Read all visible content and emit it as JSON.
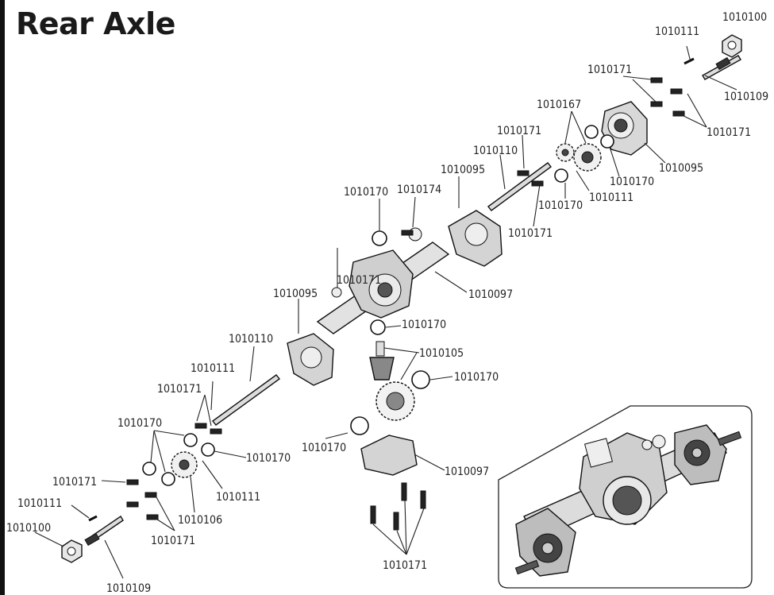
{
  "title": "Rear Axle",
  "colors": {
    "ink": "#111111",
    "part_fill": "#e6e6e6",
    "part_dark": "#3a3a3a",
    "background": "#ffffff"
  },
  "labels": [
    "1010100",
    "1010111",
    "1010171",
    "1010109",
    "1010171",
    "1010167",
    "1010171",
    "1010095",
    "1010110",
    "1010095",
    "1010170",
    "1010111",
    "1010170",
    "1010170",
    "1010174",
    "1010171",
    "1010171",
    "1010097",
    "1010095",
    "1010170",
    "1010110",
    "1010105",
    "1010111",
    "1010170",
    "1010171",
    "1010170",
    "1010170",
    "1010170",
    "1010097",
    "1010171",
    "1010111",
    "1010111",
    "1010106",
    "1010100",
    "1010171",
    "1010109",
    "1010171"
  ]
}
